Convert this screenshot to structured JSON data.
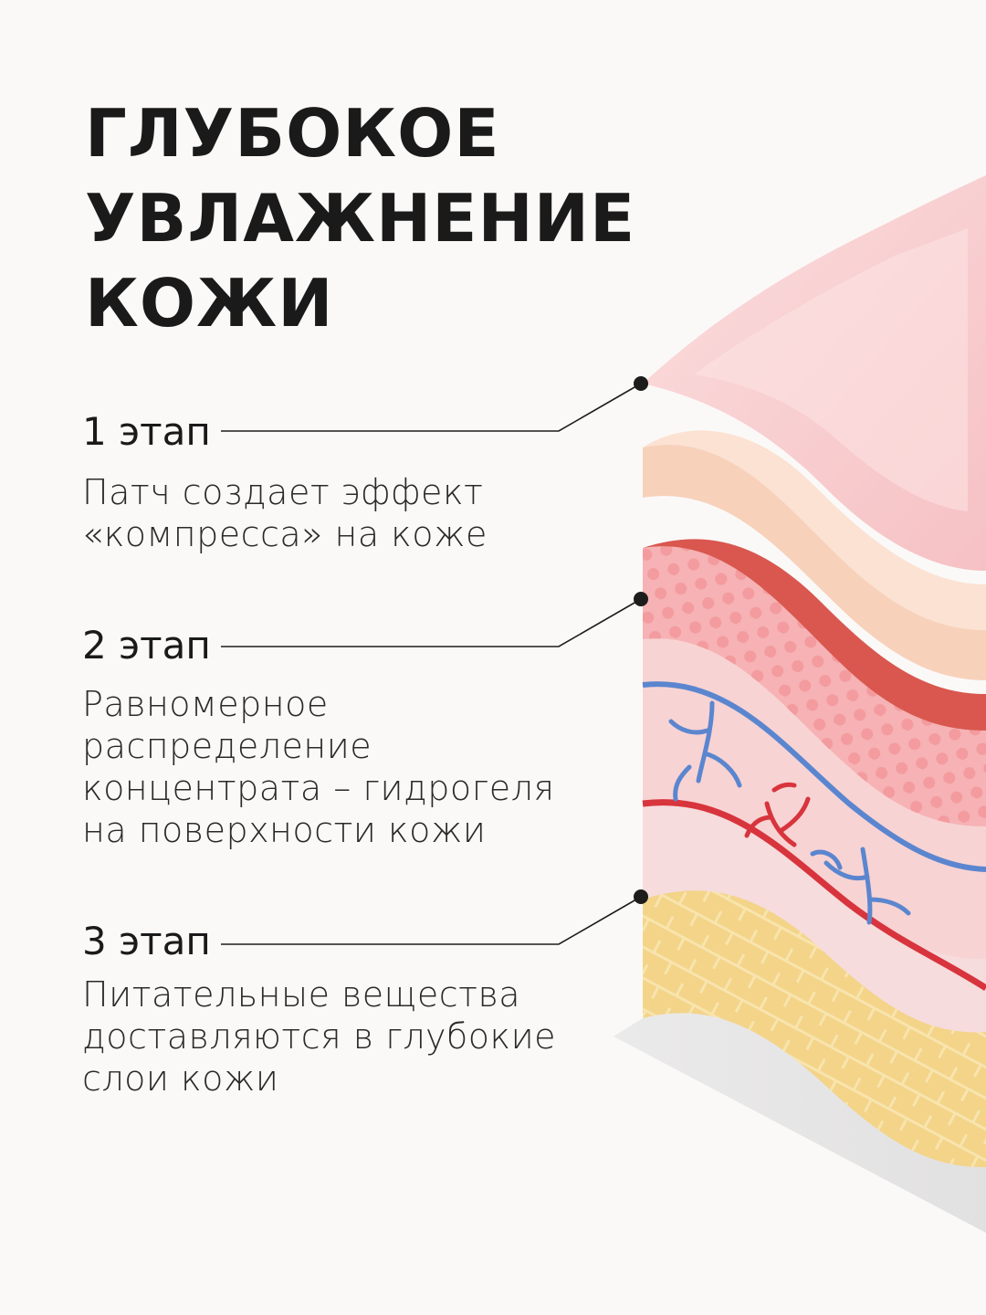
{
  "title": {
    "lines": [
      "ГЛУБОКОЕ",
      "УВЛАЖНЕНИЕ",
      "КОЖИ"
    ]
  },
  "stages": [
    {
      "label": "1 этап",
      "description": [
        "Патч создает эффект",
        "«компресса» на коже"
      ]
    },
    {
      "label": "2 этап",
      "description": [
        "Равномерное",
        "распределение",
        "концентрата – гидрогеля",
        "на поверхности кожи"
      ]
    },
    {
      "label": "3 этап",
      "description": [
        "Питательные вещества",
        "доставляются в глубокие",
        "слои кожи"
      ]
    }
  ],
  "colors": {
    "background": "#fbf9f8",
    "patch": "#f7c6c8",
    "epidermis": "#f7cdb8",
    "dermis_top": "#d9574f",
    "dermis_dots": "#f39b9e",
    "dermis": "#f8d3d3",
    "vein": "#5b86cf",
    "artery": "#d8343d",
    "fat": "#f3d489",
    "leader_line": "#1c1c1c"
  }
}
